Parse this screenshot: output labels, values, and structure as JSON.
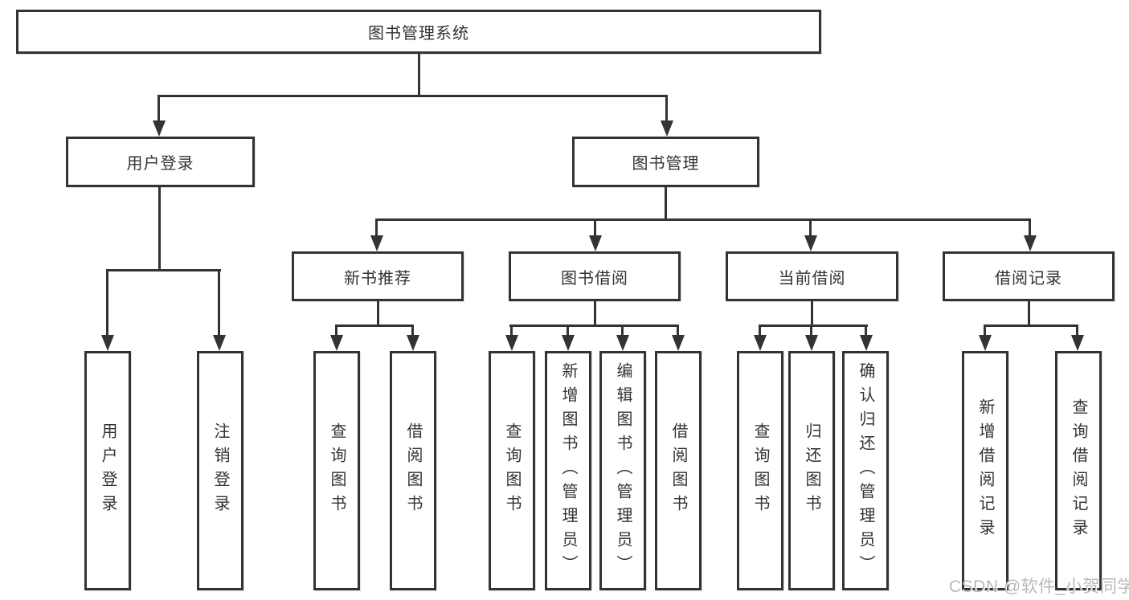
{
  "diagram": {
    "root": {
      "label": "图书管理系统"
    },
    "level2": [
      {
        "id": "user-login",
        "label": "用户登录"
      },
      {
        "id": "book-management",
        "label": "图书管理"
      }
    ],
    "level3": [
      {
        "id": "new-book-recommend",
        "label": "新书推荐"
      },
      {
        "id": "book-borrowing",
        "label": "图书借阅"
      },
      {
        "id": "current-borrowing",
        "label": "当前借阅"
      },
      {
        "id": "borrowing-records",
        "label": "借阅记录"
      }
    ],
    "level4": {
      "under_user_login": [
        {
          "label": "用户登录"
        },
        {
          "label": "注销登录"
        }
      ],
      "under_new_book": [
        {
          "label": "查询图书"
        },
        {
          "label": "借阅图书"
        }
      ],
      "under_borrowing": [
        {
          "label": "查询图书"
        },
        {
          "label": "新增图书（管理员）"
        },
        {
          "label": "编辑图书（管理员）"
        },
        {
          "label": "借阅图书"
        }
      ],
      "under_current": [
        {
          "label": "查询图书"
        },
        {
          "label": "归还图书"
        },
        {
          "label": "确认归还（管理员）"
        }
      ],
      "under_records": [
        {
          "label": "新增借阅记录"
        },
        {
          "label": "查询借阅记录"
        }
      ]
    }
  },
  "watermark": {
    "text": "CSDN @软件_小贺同学"
  },
  "colors": {
    "line": "#333333",
    "text": "#333333",
    "background": "#ffffff",
    "watermark": "#b9b9b9"
  }
}
